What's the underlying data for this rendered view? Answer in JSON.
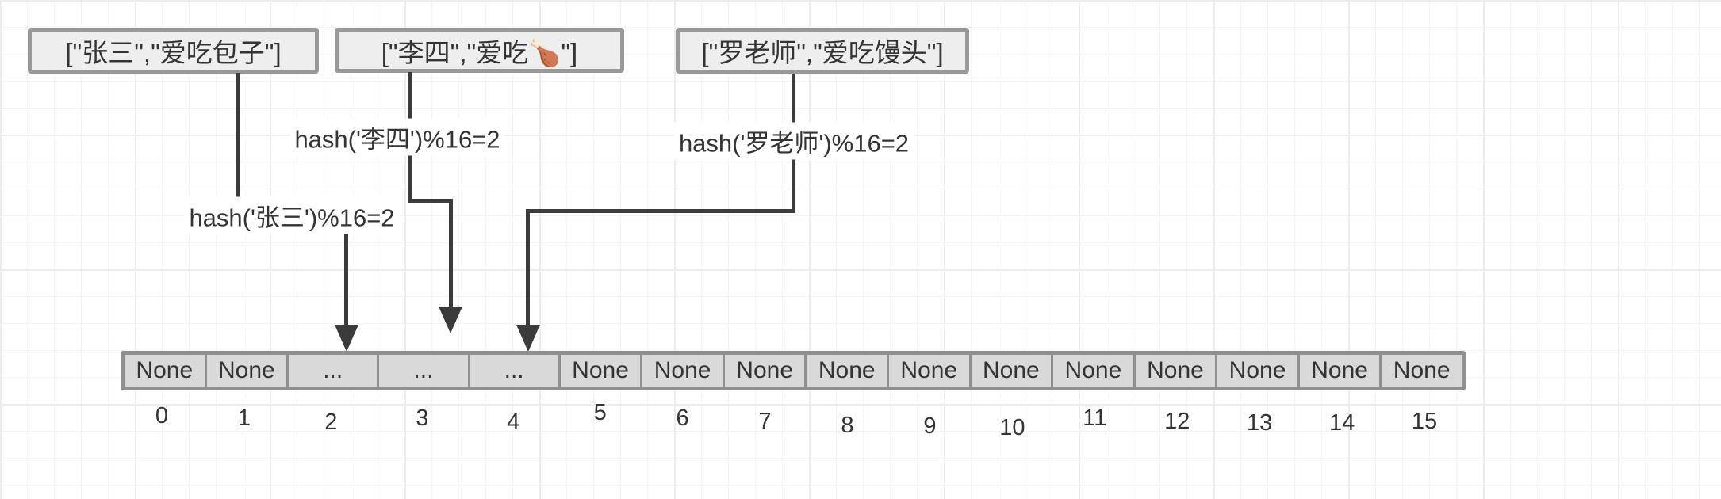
{
  "diagram": {
    "records": [
      {
        "id": "zhangsan",
        "label": "[\"张三\",\"爱吃包子\"]",
        "hash_label": "hash('张三')%16=2",
        "bucket": 2
      },
      {
        "id": "lisi",
        "label": "[\"李四\",\"爱吃🍗\"]",
        "hash_label": "hash('李四')%16=2",
        "bucket": 2
      },
      {
        "id": "laoshi",
        "label": "[\"罗老师\",\"爱吃馒头\"]",
        "hash_label": "hash('罗老师')%16=2",
        "bucket": 2
      }
    ],
    "hash_table": {
      "size": 16,
      "cells": [
        "None",
        "None",
        "...",
        "...",
        "...",
        "None",
        "None",
        "None",
        "None",
        "None",
        "None",
        "None",
        "None",
        "None",
        "None",
        "None"
      ],
      "indices": [
        "0",
        "1",
        "2",
        "3",
        "4",
        "5",
        "6",
        "7",
        "8",
        "9",
        "10",
        "11",
        "12",
        "13",
        "14",
        "15"
      ]
    },
    "colors": {
      "node_fill": "#eeeeee",
      "node_border": "#999999",
      "cell_fill": "#d9d9d9",
      "cell_border": "#8f8f8f",
      "connector": "#3b3b3b",
      "text": "#333333",
      "grid": "#ededf0",
      "background": "#ffffff"
    }
  }
}
